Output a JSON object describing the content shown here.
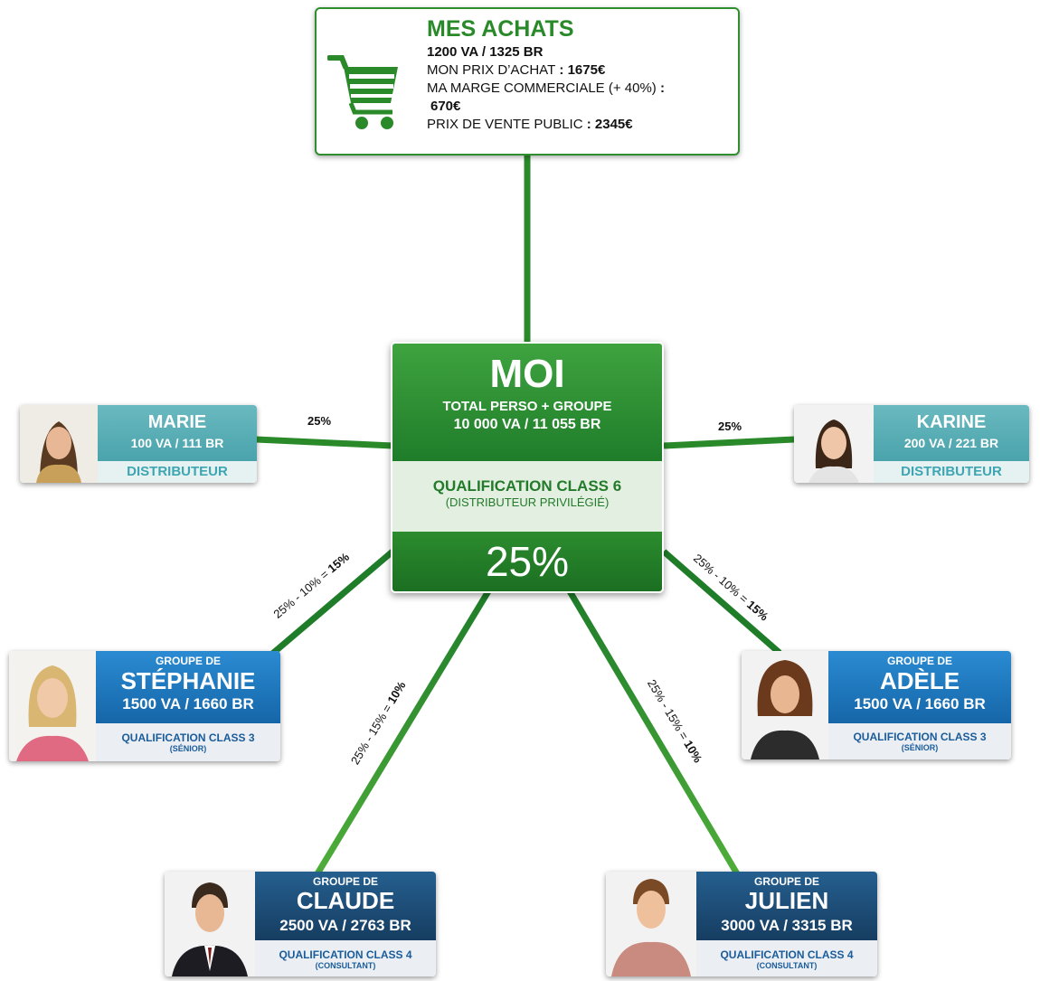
{
  "achats": {
    "title": "MES ACHATS",
    "line1": "1200 VA / 1325 BR",
    "line2_label": "MON PRIX D’ACHAT",
    "line2_sep": " : ",
    "line2_value": "1675€",
    "line3_label": "MA MARGE COMMERCIALE (+ 40%)",
    "line3_sep": " :",
    "line3_value": "670€",
    "line4_label": "PRIX DE VENTE PUBLIC",
    "line4_sep": " : ",
    "line4_value": "2345€"
  },
  "moi": {
    "name": "MOI",
    "subtitle": "TOTAL PERSO + GROUPE",
    "volume": "10 000 VA / 11 055 BR",
    "qualification": "QUALIFICATION CLASS 6",
    "qualification_sub": "(DISTRIBUTEUR PRIVILÉGIÉ)",
    "percent": "25%"
  },
  "marie": {
    "name": "MARIE",
    "volume": "100 VA / 111 BR",
    "role": "DISTRIBUTEUR"
  },
  "karine": {
    "name": "KARINE",
    "volume": "200 VA / 221 BR",
    "role": "DISTRIBUTEUR"
  },
  "stephanie": {
    "prefix": "GROUPE DE",
    "name": "STÉPHANIE",
    "volume": "1500 VA / 1660 BR",
    "qualification": "QUALIFICATION CLASS 3",
    "qualification_sub": "(SÉNIOR)"
  },
  "adele": {
    "prefix": "GROUPE DE",
    "name": "ADÈLE",
    "volume": "1500 VA / 1660 BR",
    "qualification": "QUALIFICATION CLASS 3",
    "qualification_sub": "(SÉNIOR)"
  },
  "claude": {
    "prefix": "GROUPE DE",
    "name": "CLAUDE",
    "volume": "2500 VA / 2763 BR",
    "qualification": "QUALIFICATION CLASS 4",
    "qualification_sub": "(CONSULTANT)"
  },
  "julien": {
    "prefix": "GROUPE DE",
    "name": "JULIEN",
    "volume": "3000 VA / 3315 BR",
    "qualification": "QUALIFICATION CLASS 4",
    "qualification_sub": "(CONSULTANT)"
  },
  "links": {
    "marie": "25%",
    "karine": "25%",
    "stephanie_prefix": "25% - 10% = ",
    "stephanie_result": "15%",
    "adele_prefix": "25% - 10% = ",
    "adele_result": "15%",
    "claude_prefix": "25% - 15% = ",
    "claude_result": "10%",
    "julien_prefix": "25% - 15% = ",
    "julien_result": "10%"
  },
  "colors": {
    "green": "#2a8a2a",
    "teal": "#4aa3ab",
    "blue": "#1566a8",
    "navy": "#163d61"
  }
}
